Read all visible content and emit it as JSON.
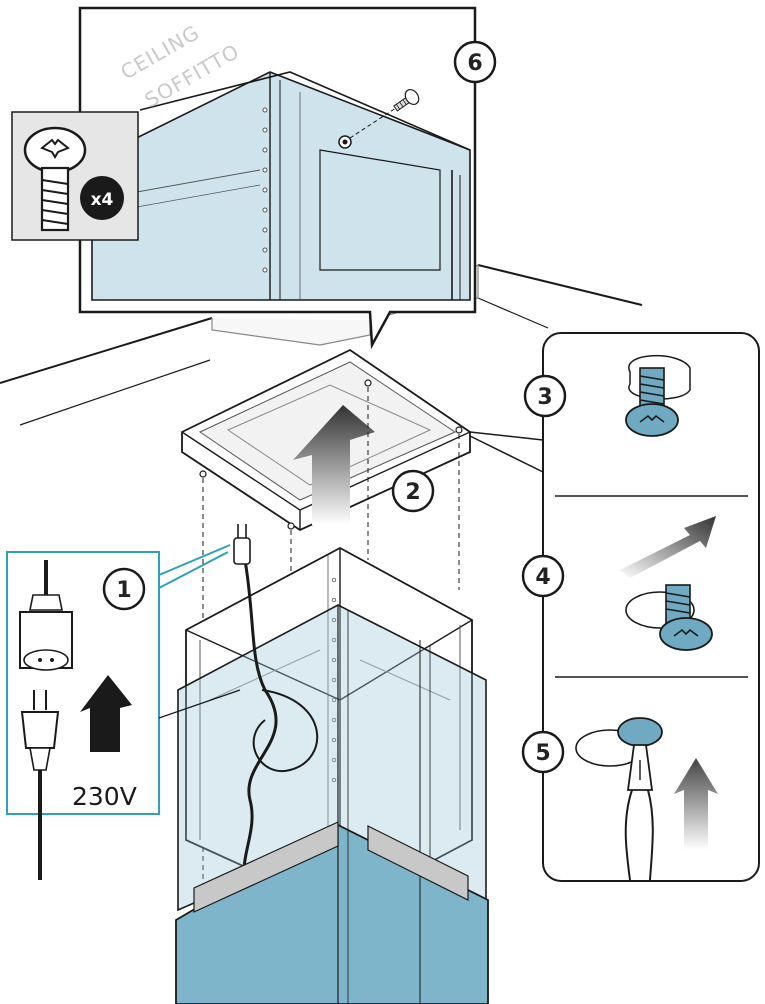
{
  "labels": {
    "ceiling_en": "CEILING",
    "ceiling_it": "SOFFITTO",
    "screw_qty": "x4",
    "voltage": "230V"
  },
  "steps": {
    "s1": "1",
    "s2": "2",
    "s3": "3",
    "s4": "4",
    "s5": "5",
    "s6": "6"
  },
  "colors": {
    "panel_blue": "#9cc6d6",
    "panel_blue_light": "#cfe3ec",
    "screw_blue": "#6fa9c2",
    "callout_teal": "#2aa3b8",
    "outline": "#1a1a1a",
    "strip_gray": "#c8c8c8",
    "arrow_dark": "#222222"
  },
  "icons": [
    "screw-icon",
    "plug-icon",
    "socket-icon",
    "screwdriver-icon",
    "arrow-up-icon",
    "washer-icon"
  ]
}
